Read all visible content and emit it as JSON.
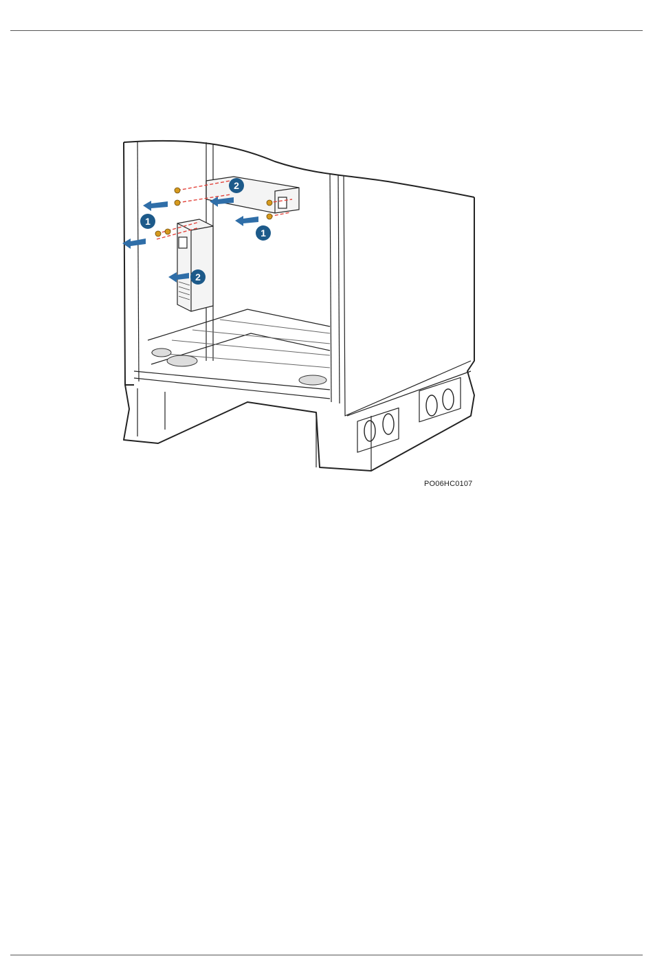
{
  "figure": {
    "id": "PO06HC0107",
    "step_labels": [
      "1",
      "2"
    ],
    "colors": {
      "callout": "#1d5a8a",
      "arrow": "#2f6ea8",
      "dashed_line": "#e2433b",
      "screw": "#d69a1e",
      "outline": "#222222"
    }
  }
}
